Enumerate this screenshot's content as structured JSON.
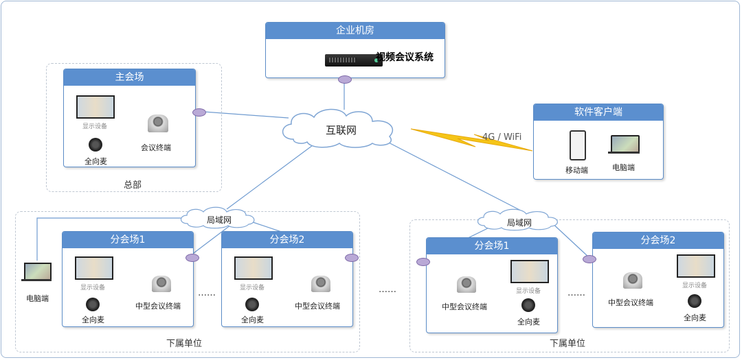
{
  "enterprise": {
    "header": "企业机房",
    "system": "视频会议系统"
  },
  "internet": "互联网",
  "wireless": "4G / WiFi",
  "software_client": {
    "header": "软件客户端",
    "mobile": "移动端",
    "pc": "电脑端"
  },
  "hq": {
    "header": "主会场",
    "display": "显示设备",
    "terminal": "会议终端",
    "mic": "全向麦",
    "group_label": "总部"
  },
  "left_unit": {
    "lan": "局域网",
    "pc": "电脑端",
    "venue1": {
      "header": "分会场1",
      "display": "显示设备",
      "terminal": "中型会议终端",
      "mic": "全向麦"
    },
    "venue2": {
      "header": "分会场2",
      "display": "显示设备",
      "terminal": "中型会议终端",
      "mic": "全向麦"
    },
    "ellipsis": "……",
    "group_label": "下属单位"
  },
  "middle_ellipsis": "……",
  "right_unit": {
    "lan": "局域网",
    "venue1": {
      "header": "分会场1",
      "display": "显示设备",
      "terminal": "中型会议终端",
      "mic": "全向麦"
    },
    "venue2": {
      "header": "分会场2",
      "display": "显示设备",
      "terminal": "中型会议终端",
      "mic": "全向麦"
    },
    "ellipsis": "……",
    "group_label": "下属单位"
  },
  "colors": {
    "header": "#5b8fcf",
    "line": "#6f9bd0",
    "lightning": "#f5c518",
    "router": "#b9a9d6"
  }
}
